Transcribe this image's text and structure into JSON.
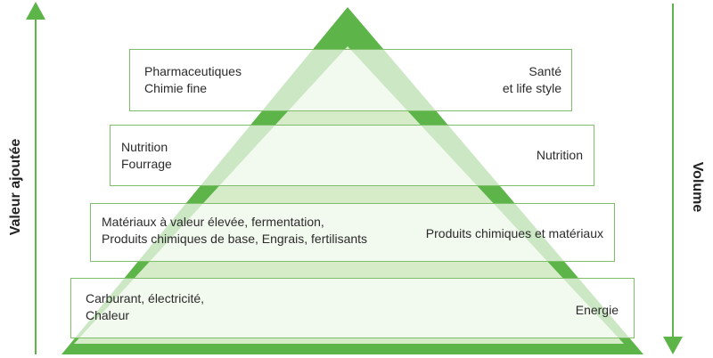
{
  "colors": {
    "pyramid_dark": "#5db54a",
    "pyramid_light": "#d6ecc9",
    "arrow": "#5db54a",
    "band_border": "#7fbf6a"
  },
  "axes": {
    "left_label": "Valeur ajoutée",
    "right_label": "Volume"
  },
  "tiers": [
    {
      "left_lines": [
        "Pharmaceutiques",
        "Chimie fine"
      ],
      "right_lines": [
        "Santé",
        "et life style"
      ]
    },
    {
      "left_lines": [
        "Nutrition",
        "Fourrage"
      ],
      "right_lines": [
        "Nutrition"
      ]
    },
    {
      "left_lines": [
        "Matériaux à valeur élevée, fermentation,",
        "Produits chimiques de base, Engrais, fertilisants"
      ],
      "right_lines": [
        "Produits chimiques et matériaux"
      ]
    },
    {
      "left_lines": [
        "Carburant, électricité,",
        "Chaleur"
      ],
      "right_lines": [
        "Energie"
      ]
    }
  ]
}
